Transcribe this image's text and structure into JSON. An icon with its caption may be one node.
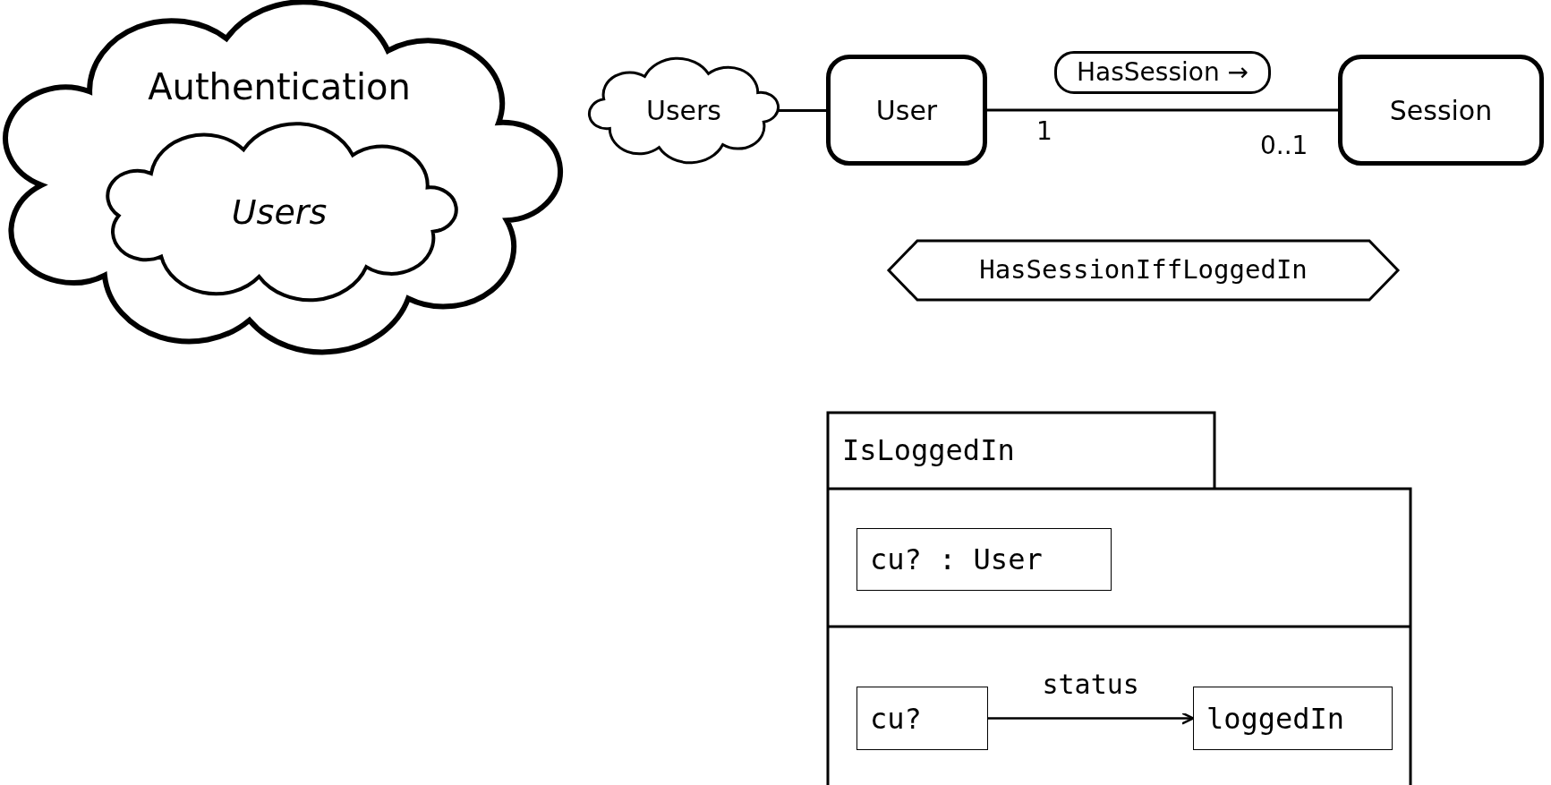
{
  "diagram": {
    "nodes": [
      {
        "text": [
          "Authentication"
        ]
      },
      {
        "text": [
          "Users"
        ],
        "in": 0
      },
      {
        "text": [
          "Users"
        ]
      },
      {
        "text": [
          "User"
        ]
      },
      {
        "text": [
          "Session"
        ]
      },
      {
        "text": [
          "HasSessionIffLoggedIn"
        ]
      },
      {
        "text": [
          "IsLoggedIn"
        ]
      },
      {
        "text": [
          "cu? : User"
        ],
        "in": 6
      },
      {
        "text": [
          "cu?"
        ],
        "in": 6
      },
      {
        "text": [
          "loggedIn"
        ],
        "in": 6
      }
    ],
    "edges": [
      {
        "from": 2,
        "to": 3,
        "arrow": "none"
      },
      {
        "from": 3,
        "to": 4,
        "arrow": "none",
        "label": "HasSession →"
      },
      {
        "from": 8,
        "to": 9,
        "arrow": "to",
        "label": "status"
      }
    ],
    "labels": [
      "1",
      "0..1"
    ]
  }
}
